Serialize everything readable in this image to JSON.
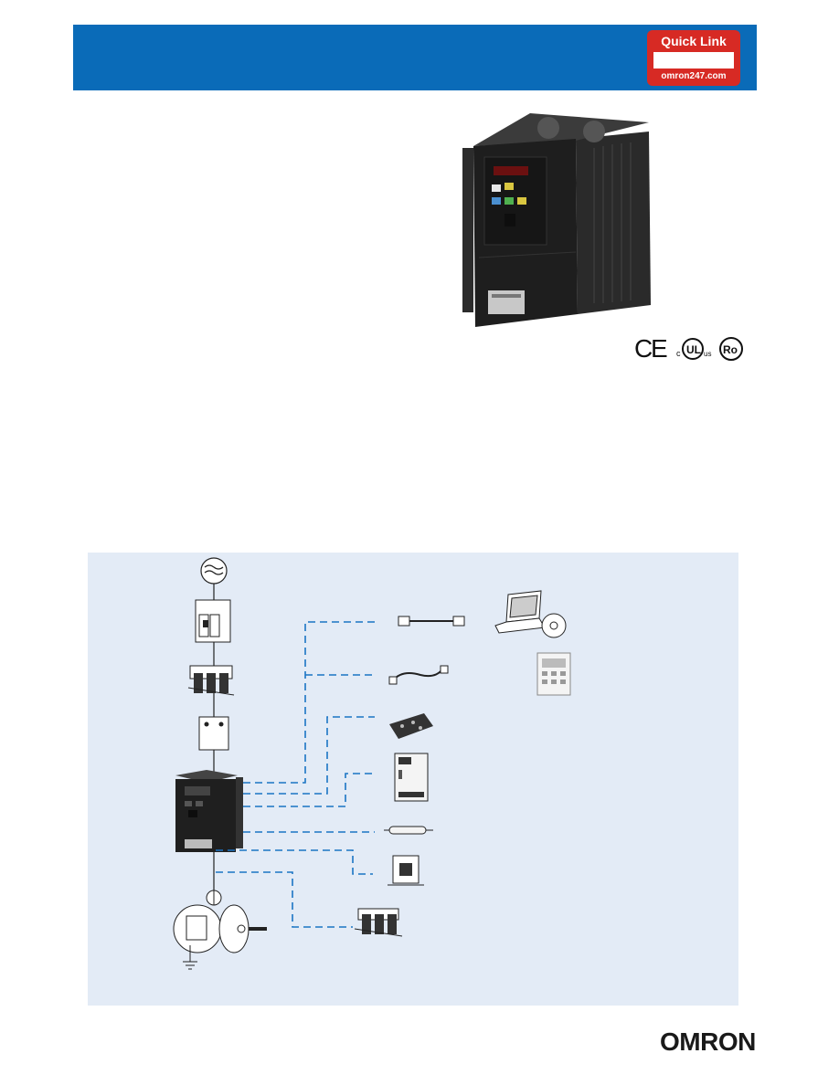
{
  "header": {
    "quick_link_title": "Quick Link",
    "quick_link_url": "omron247.com",
    "accent_color": "#0a6bb8",
    "badge_color": "#d72a24"
  },
  "product": {
    "image": "inverter-drive-photo",
    "certifications": [
      "CE",
      "cULus",
      "Ro"
    ]
  },
  "diagram": {
    "components": [
      "ac-power-source-icon",
      "circuit-breaker-icon",
      "input-ac-reactor-icon",
      "noise-filter-icon",
      "inverter-icon",
      "motor-icon",
      "usb-cable-icon",
      "laptop-icon",
      "software-cd-icon",
      "serial-cable-icon",
      "digital-operator-icon",
      "option-board-icon",
      "communication-unit-icon",
      "braking-resistor-icon",
      "dc-reactor-icon",
      "output-ac-reactor-icon"
    ]
  },
  "footer": {
    "logo": "OMRON"
  }
}
